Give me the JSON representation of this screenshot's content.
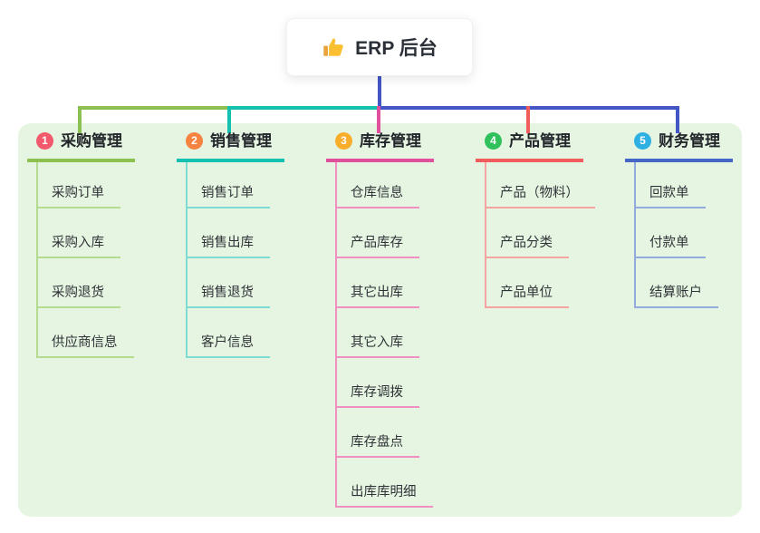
{
  "root": {
    "label": "ERP 后台",
    "icon": "thumbs-up-icon"
  },
  "connector_color": "#4456c6",
  "panel_bg": "#e6f5e1",
  "branches": [
    {
      "num": "1",
      "label": "采购管理",
      "badge_color": "#f3596d",
      "color": "#8cc152",
      "light_color": "#b5dc8e",
      "items": [
        "采购订单",
        "采购入库",
        "采购退货",
        "供应商信息"
      ]
    },
    {
      "num": "2",
      "label": "销售管理",
      "badge_color": "#f6833f",
      "color": "#14c0b0",
      "light_color": "#7edcd2",
      "items": [
        "销售订单",
        "销售出库",
        "销售退货",
        "客户信息"
      ]
    },
    {
      "num": "3",
      "label": "库存管理",
      "badge_color": "#f8ae2a",
      "color": "#e0509c",
      "light_color": "#f090c2",
      "items": [
        "仓库信息",
        "产品库存",
        "其它出库",
        "其它入库",
        "库存调拨",
        "库存盘点",
        "出库库明细"
      ]
    },
    {
      "num": "4",
      "label": "产品管理",
      "badge_color": "#30c15d",
      "color": "#f15c5c",
      "light_color": "#f7a3a0",
      "items": [
        "产品（物料）",
        "产品分类",
        "产品单位"
      ]
    },
    {
      "num": "5",
      "label": "财务管理",
      "badge_color": "#2fb0e3",
      "color": "#4466c6",
      "light_color": "#93aade",
      "items": [
        "回款单",
        "付款单",
        "结算账户"
      ]
    }
  ]
}
